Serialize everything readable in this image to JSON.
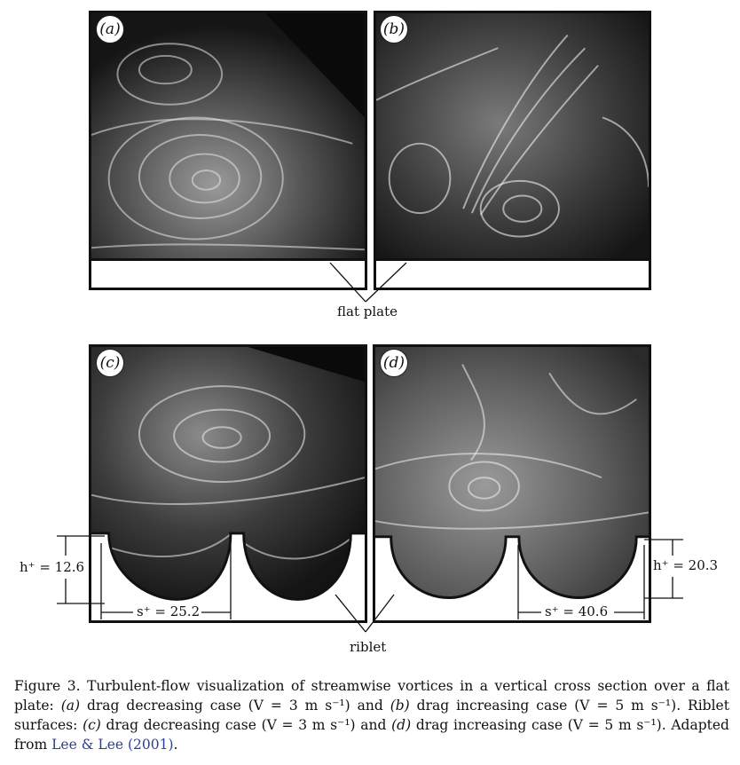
{
  "panels": {
    "a": {
      "label": "(a)"
    },
    "b": {
      "label": "(b)"
    },
    "c": {
      "label": "(c)"
    },
    "d": {
      "label": "(d)"
    }
  },
  "annotations": {
    "flat_plate": "flat plate",
    "riblet": "riblet",
    "h_left": "h⁺ = 12.6",
    "s_left": "s⁺ = 25.2",
    "h_right": "h⁺ = 20.3",
    "s_right": "s⁺ = 40.6"
  },
  "caption": {
    "fig": "Figure 3.",
    "text1": "Turbulent-flow visualization of streamwise vortices in a vertical cross section over a flat plate:",
    "a_tag": "(a)",
    "a_text": "drag decreasing case (V = 3 m s⁻¹) and",
    "b_tag": "(b)",
    "b_text": "drag increasing case (V = 5 m s⁻¹). Riblet surfaces:",
    "c_tag": "(c)",
    "c_text": "drag decreasing case (V = 3 m s⁻¹) and",
    "d_tag": "(d)",
    "d_text": "drag increasing case (V = 5 m s⁻¹). Adapted from",
    "ref": "Lee & Lee (2001)",
    "end": "."
  }
}
